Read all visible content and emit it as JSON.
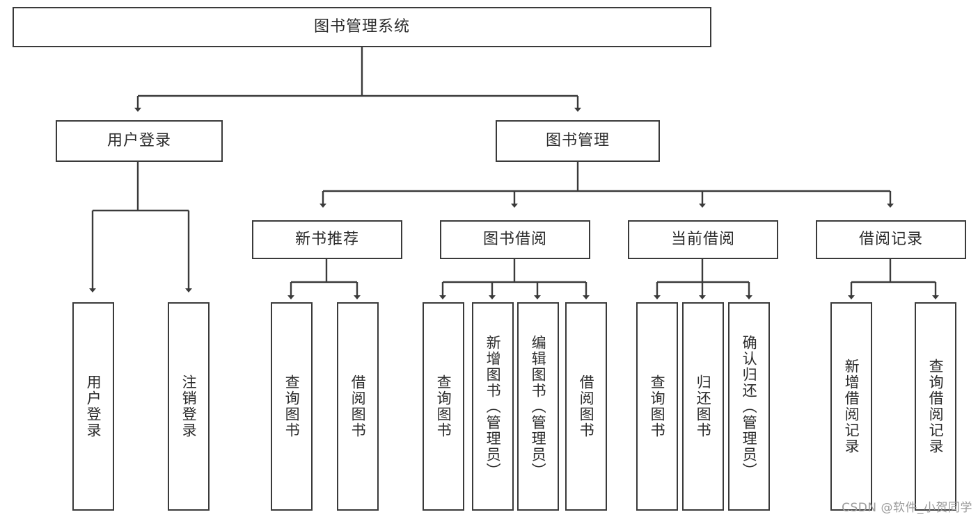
{
  "diagram": {
    "type": "tree",
    "title": "图书管理系统",
    "root": {
      "label": "图书管理系统"
    },
    "level2": [
      {
        "label": "用户登录"
      },
      {
        "label": "图书管理"
      }
    ],
    "level3": [
      {
        "label": "新书推荐"
      },
      {
        "label": "图书借阅"
      },
      {
        "label": "当前借阅"
      },
      {
        "label": "借阅记录"
      }
    ],
    "leaves": {
      "user_login": [
        {
          "label": "用户登录"
        },
        {
          "label": "注销登录"
        }
      ],
      "new_book_recommend": [
        {
          "label": "查询图书"
        },
        {
          "label": "借阅图书"
        }
      ],
      "book_borrow": [
        {
          "label": "查询图书"
        },
        {
          "label": "新增图书（管理员）"
        },
        {
          "label": "编辑图书（管理员）"
        },
        {
          "label": "借阅图书"
        }
      ],
      "current_borrow": [
        {
          "label": "查询图书"
        },
        {
          "label": "归还图书"
        },
        {
          "label": "确认归还（管理员）"
        }
      ],
      "borrow_record": [
        {
          "label": "新增借阅记录"
        },
        {
          "label": "查询借阅记录"
        }
      ]
    }
  },
  "watermark": {
    "text": "CSDN @软件_小贺同学"
  },
  "colors": {
    "box_border": "#3a3a3a",
    "text": "#2b2b2b",
    "background": "#ffffff",
    "watermark": "#9a9a9a"
  }
}
